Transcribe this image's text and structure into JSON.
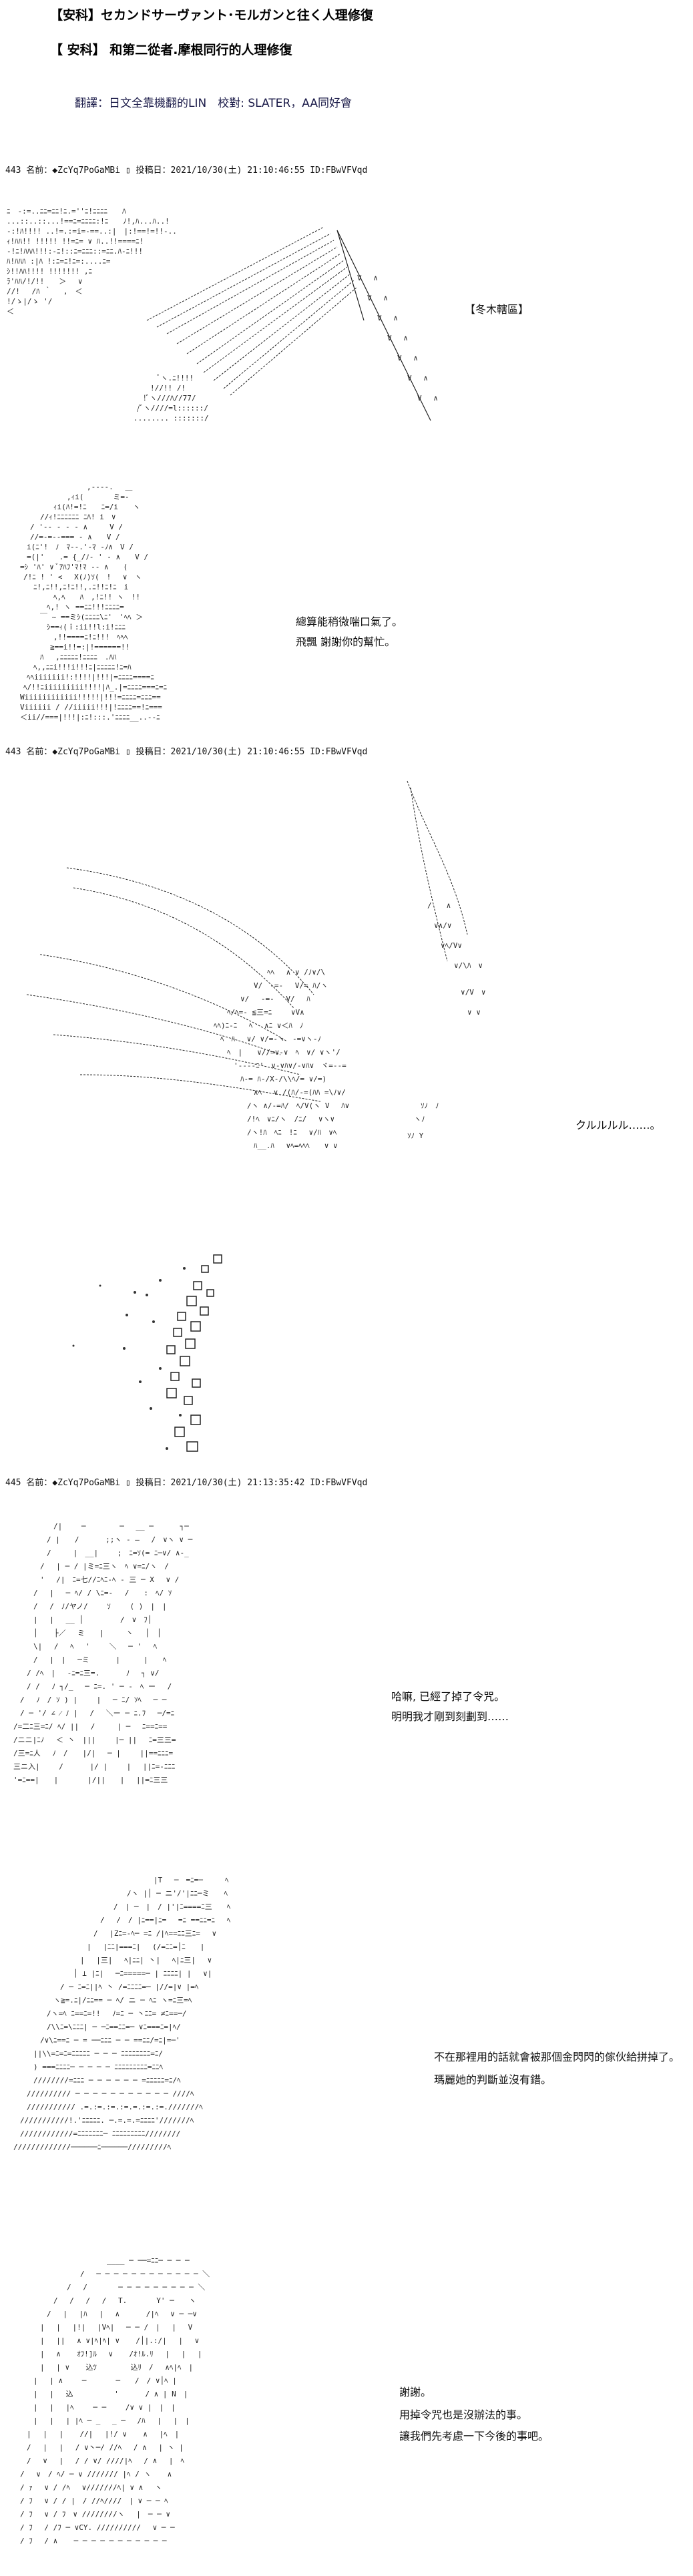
{
  "header": {
    "title_line1": "【安科】セカンドサーヴァント･モルガンと往く人理修復",
    "title_line2": "【 安科】 和第二從者.摩根同行的人理修復",
    "credits": "翻譯：日文全靠機翻的LIN　校對: SLATER，AA同好會"
  },
  "posts": [
    {
      "header": "443 名前：◆ZcYq7PoGaMBi ▯ 投稿日：2021/10/30(土) 21:10:46:55 ID:FBwVFVqd",
      "narrations": [
        "【冬木轄區】",
        "總算能稍微喘口氣了。",
        "飛飄 謝謝你的幫忙。"
      ]
    },
    {
      "header": "443 名前：◆ZcYq7PoGaMBi ▯ 投稿日：2021/10/30(土) 21:10:46:55 ID:FBwVFVqd",
      "narrations": [
        "クルルルル……。"
      ]
    },
    {
      "header": "445 名前：◆ZcYq7PoGaMBi ▯ 投稿日：2021/10/30(土) 21:13:35:42 ID:FBwVFVqd",
      "narrations": [
        "哈嘛, 已經了掉了令咒。",
        "明明我才剛到刻劃到……",
        "不在那裡用的話就會被那個金閃閃的傢伙給拼掉了。",
        "瑪麗她的判斷並沒有錯。",
        "謝謝。",
        "用掉令咒也是沒辦法的事。",
        "讓我們先考慮一下今後的事吧。"
      ]
    }
  ]
}
